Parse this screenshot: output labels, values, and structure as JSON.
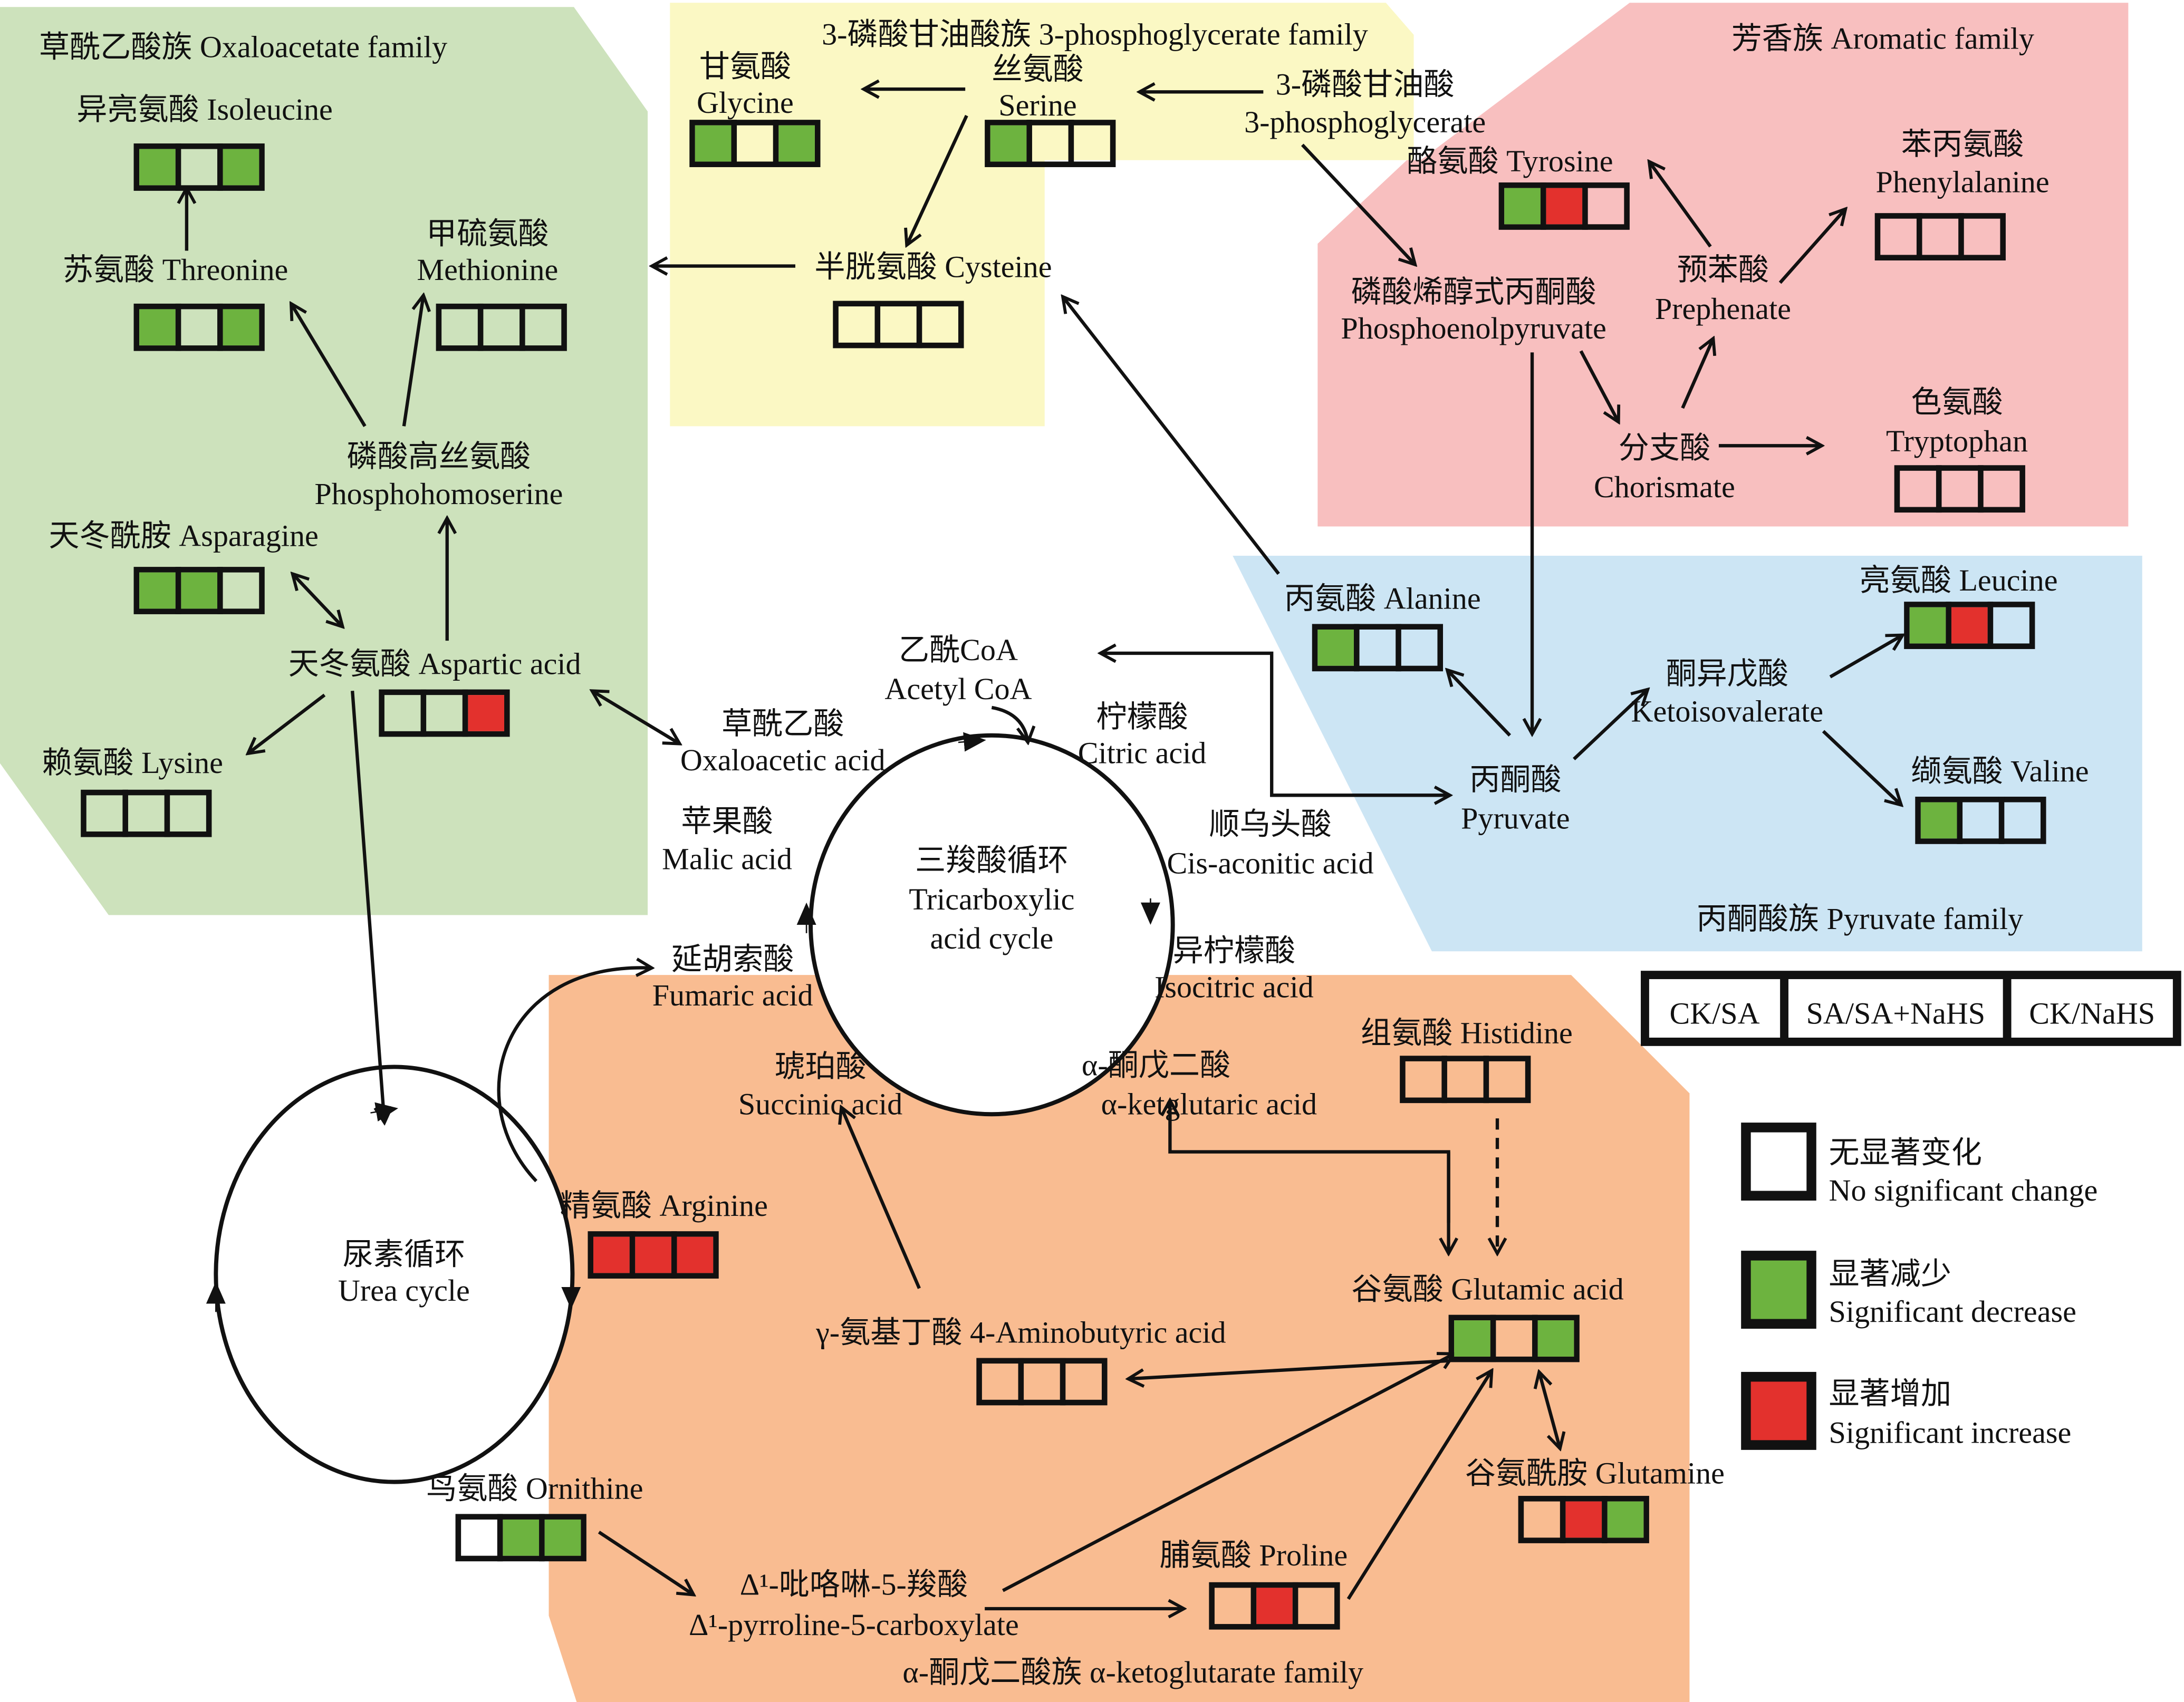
{
  "colors": {
    "no_change": "#ffffff",
    "decrease": "#6db33f",
    "increase": "#e3312d",
    "oxaloacetate_bg": "#cde2bc",
    "phosphoglycerate_bg": "#fbf8c4",
    "aromatic_bg": "#f8bfbf",
    "pyruvate_bg": "#cce5f4",
    "ketoglutarate_bg": "#f9bc91"
  },
  "families": {
    "oxaloacetate": "草酰乙酸族 Oxaloacetate family",
    "phosphoglycerate": "3-磷酸甘油酸族 3-phosphoglycerate family",
    "aromatic": "芳香族 Aromatic family",
    "pyruvate": "丙酮酸族  Pyruvate family",
    "ketoglutarate": "α-酮戊二酸族 α-ketoglutarate family"
  },
  "metabolites": [
    {
      "id": "isoleucine",
      "zh": "异亮氨酸 Isoleucine",
      "en": "",
      "status": [
        "decrease",
        "none",
        "decrease"
      ]
    },
    {
      "id": "threonine",
      "zh": "苏氨酸 Threonine",
      "en": "",
      "status": [
        "decrease",
        "none",
        "decrease"
      ]
    },
    {
      "id": "methionine",
      "zh": "甲硫氨酸",
      "en": "Methionine",
      "status": [
        "none",
        "none",
        "none"
      ]
    },
    {
      "id": "phosphohomoserine",
      "zh": "磷酸高丝氨酸",
      "en": "Phosphohomoserine"
    },
    {
      "id": "asparagine",
      "zh": "天冬酰胺 Asparagine",
      "en": "",
      "status": [
        "decrease",
        "decrease",
        "none"
      ]
    },
    {
      "id": "aspartic",
      "zh": "天冬氨酸 Aspartic acid",
      "en": "",
      "status": [
        "none",
        "none",
        "increase"
      ]
    },
    {
      "id": "lysine",
      "zh": "赖氨酸 Lysine",
      "en": "",
      "status": [
        "none",
        "none",
        "none"
      ]
    },
    {
      "id": "glycine",
      "zh": "甘氨酸",
      "en": "Glycine",
      "status": [
        "decrease",
        "none",
        "decrease"
      ]
    },
    {
      "id": "serine",
      "zh": "丝氨酸",
      "en": "Serine",
      "status": [
        "decrease",
        "none",
        "none"
      ]
    },
    {
      "id": "pga",
      "zh": "3-磷酸甘油酸",
      "en": "3-phosphoglycerate"
    },
    {
      "id": "cysteine",
      "zh": "半胱氨酸 Cysteine",
      "en": "",
      "status": [
        "none",
        "none",
        "none"
      ]
    },
    {
      "id": "tyrosine",
      "zh": "酪氨酸 Tyrosine",
      "en": "",
      "status": [
        "decrease",
        "increase",
        "none"
      ]
    },
    {
      "id": "phenylalanine",
      "zh": "苯丙氨酸",
      "en": "Phenylalanine",
      "status": [
        "none",
        "none",
        "none"
      ]
    },
    {
      "id": "pep",
      "zh": "磷酸烯醇式丙酮酸",
      "en": "Phosphoenolpyruvate"
    },
    {
      "id": "prephenate",
      "zh": "预苯酸",
      "en": "Prephenate"
    },
    {
      "id": "chorismate",
      "zh": "分支酸",
      "en": "Chorismate"
    },
    {
      "id": "tryptophan",
      "zh": "色氨酸",
      "en": "Tryptophan",
      "status": [
        "none",
        "none",
        "none"
      ]
    },
    {
      "id": "alanine",
      "zh": "丙氨酸 Alanine",
      "en": "",
      "status": [
        "decrease",
        "none",
        "none"
      ]
    },
    {
      "id": "leucine",
      "zh": "亮氨酸 Leucine",
      "en": "",
      "status": [
        "decrease",
        "increase",
        "none"
      ]
    },
    {
      "id": "ketoisovalerate",
      "zh": "酮异戊酸",
      "en": "Ketoisovalerate"
    },
    {
      "id": "pyruvate",
      "zh": "丙酮酸",
      "en": "Pyruvate"
    },
    {
      "id": "valine",
      "zh": "缬氨酸 Valine",
      "en": "",
      "status": [
        "decrease",
        "none",
        "none"
      ]
    },
    {
      "id": "acetylcoa",
      "zh": "乙酰CoA",
      "en": "Acetyl CoA"
    },
    {
      "id": "oxaloacetic",
      "zh": "草酰乙酸",
      "en": "Oxaloacetic acid"
    },
    {
      "id": "citric",
      "zh": "柠檬酸",
      "en": "Citric acid"
    },
    {
      "id": "malic",
      "zh": "苹果酸",
      "en": "Malic acid"
    },
    {
      "id": "cisaconitic",
      "zh": "顺乌头酸",
      "en": "Cis-aconitic acid"
    },
    {
      "id": "fumaric",
      "zh": "延胡索酸",
      "en": "Fumaric acid"
    },
    {
      "id": "isocitric",
      "zh": "异柠檬酸",
      "en": "Isocitric acid"
    },
    {
      "id": "succinic",
      "zh": "琥珀酸",
      "en": "Succinic acid"
    },
    {
      "id": "akg",
      "zh": "α-酮戊二酸",
      "en": "α-ketglutaric acid"
    },
    {
      "id": "histidine",
      "zh": "组氨酸 Histidine",
      "en": "",
      "status": [
        "none",
        "none",
        "none"
      ]
    },
    {
      "id": "arginine",
      "zh": "精氨酸 Arginine",
      "en": "",
      "status": [
        "increase",
        "increase",
        "increase"
      ]
    },
    {
      "id": "glutamic",
      "zh": "谷氨酸 Glutamic acid",
      "en": "",
      "status": [
        "decrease",
        "none",
        "decrease"
      ]
    },
    {
      "id": "gaba",
      "zh": "γ-氨基丁酸 4-Aminobutyric acid",
      "en": "",
      "status": [
        "none",
        "none",
        "none"
      ]
    },
    {
      "id": "glutamine",
      "zh": "谷氨酰胺 Glutamine",
      "en": "",
      "status": [
        "none",
        "increase",
        "decrease"
      ]
    },
    {
      "id": "ornithine",
      "zh": "鸟氨酸 Ornithine",
      "en": "",
      "status": [
        "none",
        "decrease",
        "decrease"
      ]
    },
    {
      "id": "p5c",
      "zh": "Δ¹-吡咯啉-5-羧酸",
      "en": "Δ¹-pyrroline-5-carboxylate"
    },
    {
      "id": "proline",
      "zh": "脯氨酸 Proline",
      "en": "",
      "status": [
        "none",
        "increase",
        "none"
      ]
    }
  ],
  "cycles": {
    "tca": {
      "zh": "三羧酸循环",
      "en1": "Tricarboxylic",
      "en2": "acid cycle"
    },
    "urea": {
      "zh": "尿素循环",
      "en": "Urea cycle"
    }
  },
  "legend": {
    "header": [
      "CK/SA",
      "SA/SA+NaHS",
      "CK/NaHS"
    ],
    "items": [
      {
        "key": "none",
        "zh": "无显著变化",
        "en": "No significant change"
      },
      {
        "key": "decrease",
        "zh": "显著减少",
        "en": "Significant decrease"
      },
      {
        "key": "increase",
        "zh": "显著增加",
        "en": "Significant increase"
      }
    ]
  }
}
